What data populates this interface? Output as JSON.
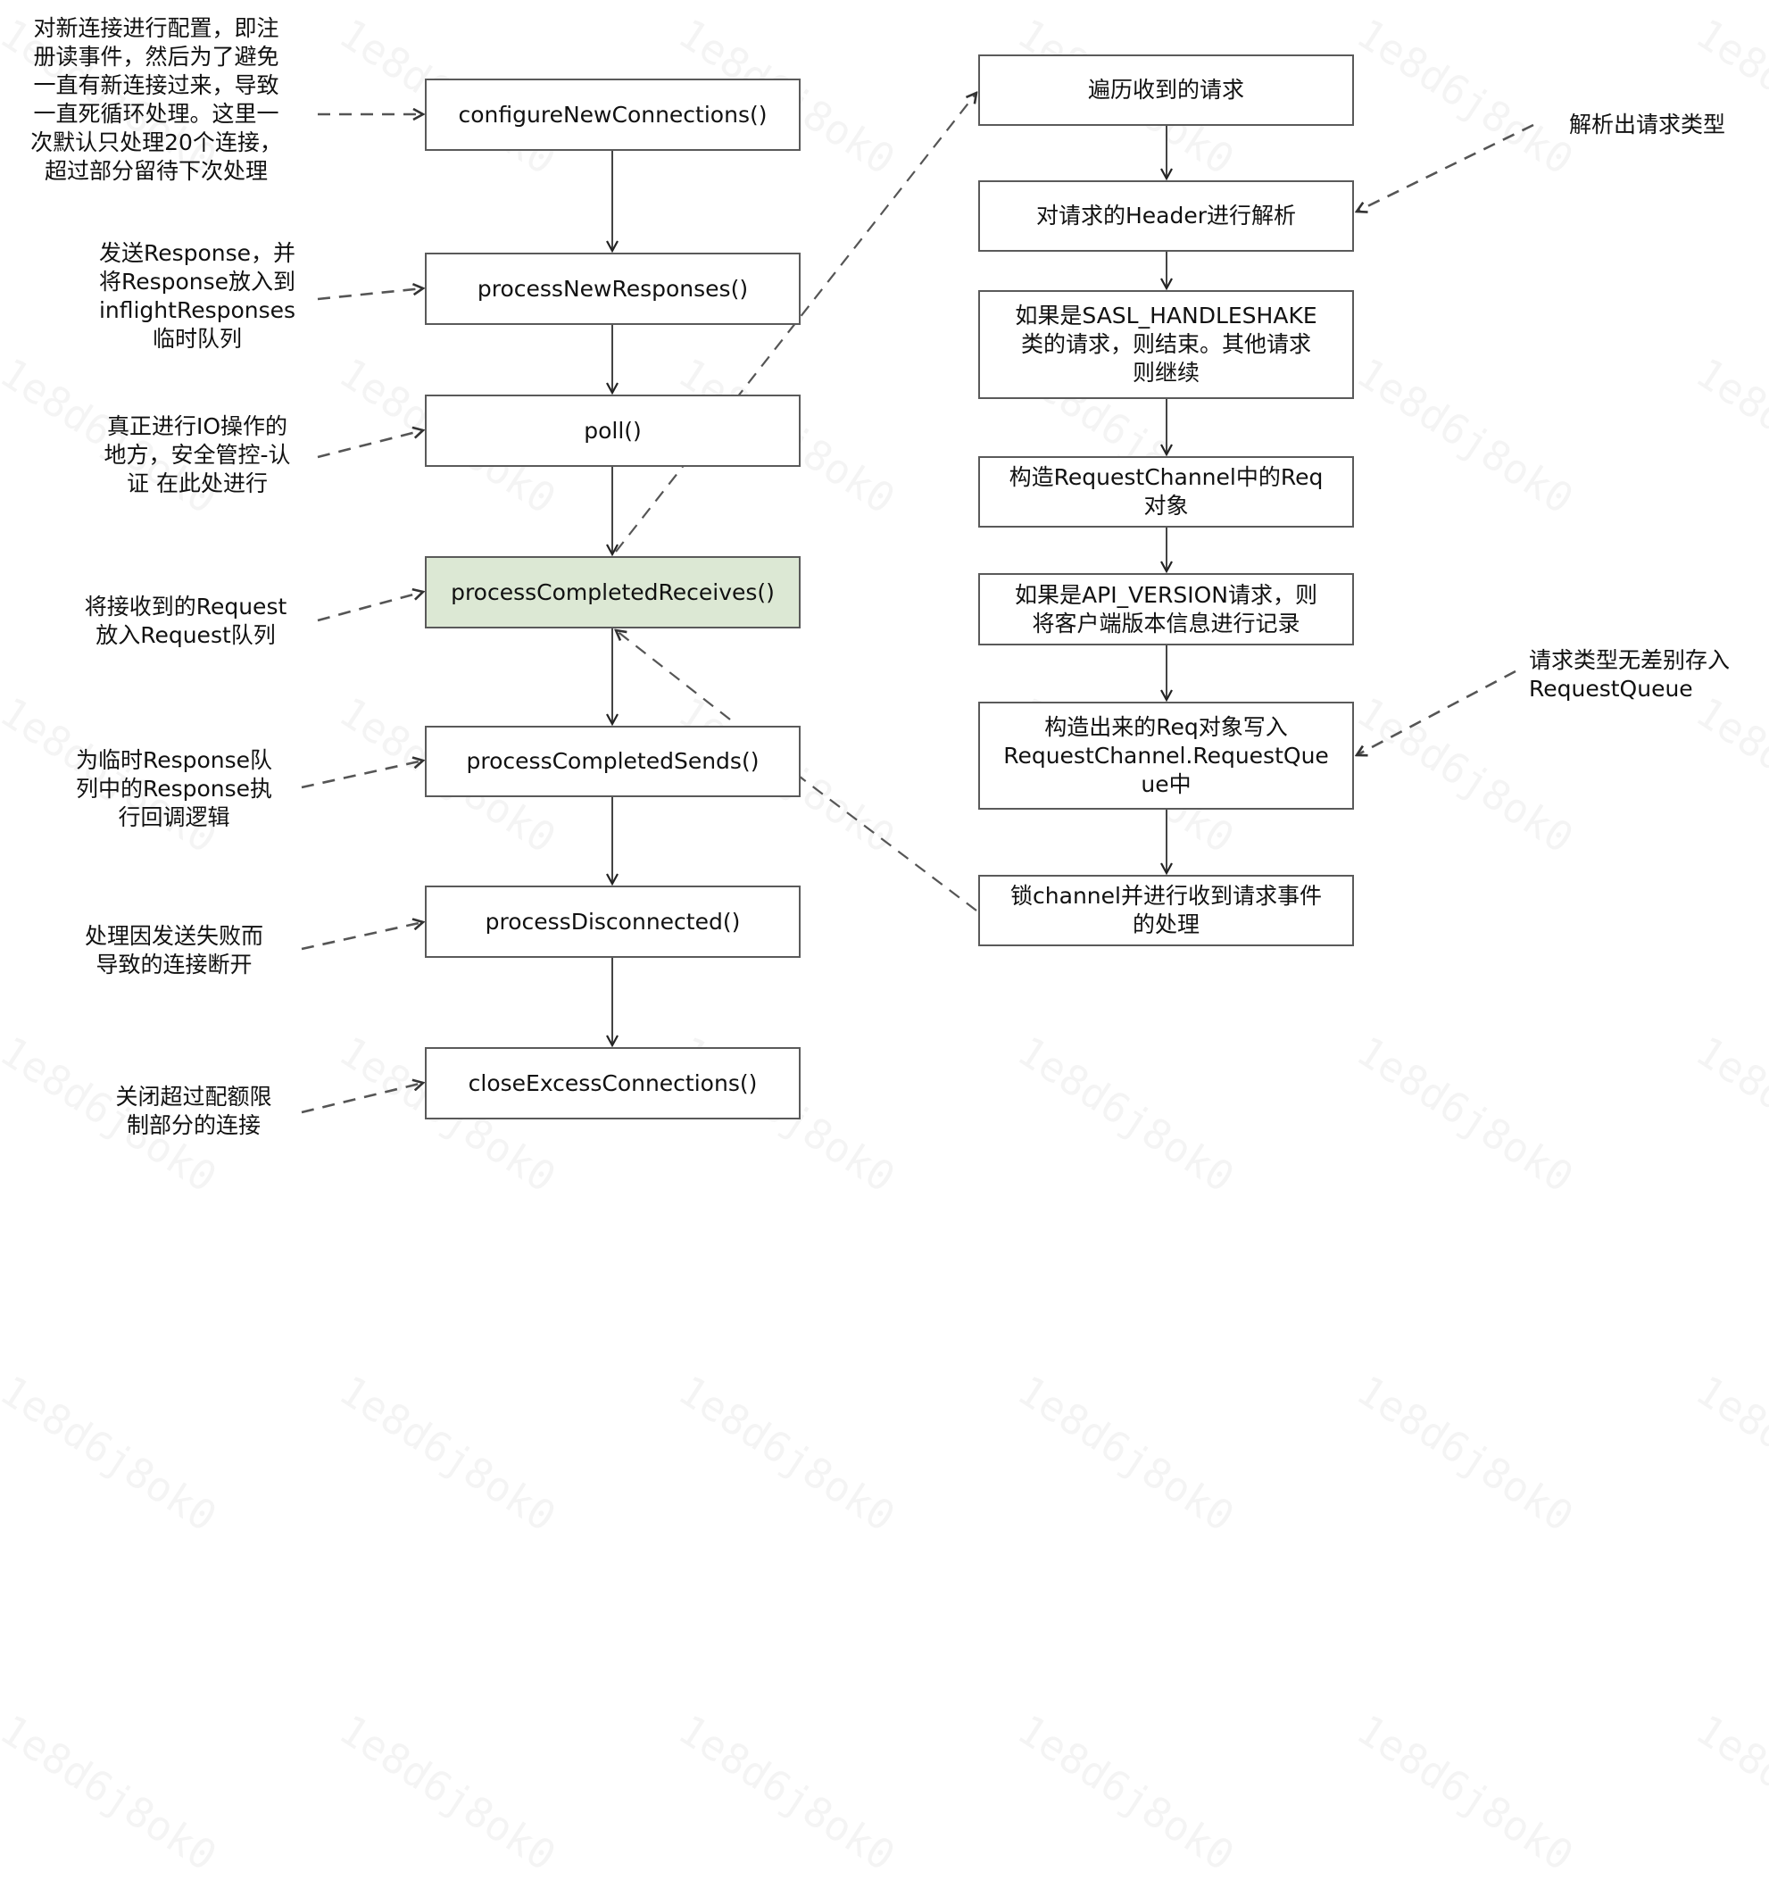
{
  "watermark": "1e8d6j8ok0",
  "colors": {
    "box_border": "#5a5a5a",
    "highlight_fill": "#dce8d4",
    "line": "#333333",
    "dashed": "#555555"
  },
  "left_flow": [
    {
      "id": "configure",
      "label": "configureNewConnections()",
      "highlight": false,
      "note": "对新连接进行配置，即注\n册读事件，然后为了避免\n一直有新连接过来，导致\n一直死循环处理。这里一\n次默认只处理20个连接，\n超过部分留待下次处理"
    },
    {
      "id": "new-responses",
      "label": "processNewResponses()",
      "highlight": false,
      "note": "发送Response，并\n将Response放入到\ninflightResponses\n临时队列"
    },
    {
      "id": "poll",
      "label": "poll()",
      "highlight": false,
      "note": "真正进行IO操作的\n地方，安全管控-认\n证 在此处进行"
    },
    {
      "id": "completed-receives",
      "label": "processCompletedReceives()",
      "highlight": true,
      "note": "将接收到的Request\n放入Request队列"
    },
    {
      "id": "completed-sends",
      "label": "processCompletedSends()",
      "highlight": false,
      "note": "为临时Response队\n列中的Response执\n行回调逻辑"
    },
    {
      "id": "disconnected",
      "label": "processDisconnected()",
      "highlight": false,
      "note": "处理因发送失败而\n导致的连接断开"
    },
    {
      "id": "close-excess",
      "label": "closeExcessConnections()",
      "highlight": false,
      "note": "关闭超过配额限\n制部分的连接"
    }
  ],
  "right_flow": [
    {
      "id": "iterate",
      "label": "遍历收到的请求"
    },
    {
      "id": "parse-header",
      "label": "对请求的Header进行解析"
    },
    {
      "id": "sasl",
      "label": "如果是SASL_HANDLESHAKE\n类的请求，则结束。其他请求\n则继续"
    },
    {
      "id": "build-req",
      "label": "构造RequestChannel中的Req\n对象"
    },
    {
      "id": "api-version",
      "label": "如果是API_VERSION请求，则\n将客户端版本信息进行记录"
    },
    {
      "id": "write-queue",
      "label": "构造出来的Req对象写入\nRequestChannel.RequestQue\nue中"
    },
    {
      "id": "lock-channel",
      "label": "锁channel并进行收到请求事件\n的处理"
    }
  ],
  "right_notes": [
    {
      "id": "parse-type",
      "text": "解析出请求类型"
    },
    {
      "id": "store-queue",
      "text": "请求类型无差别存入\nRequestQueue"
    }
  ]
}
